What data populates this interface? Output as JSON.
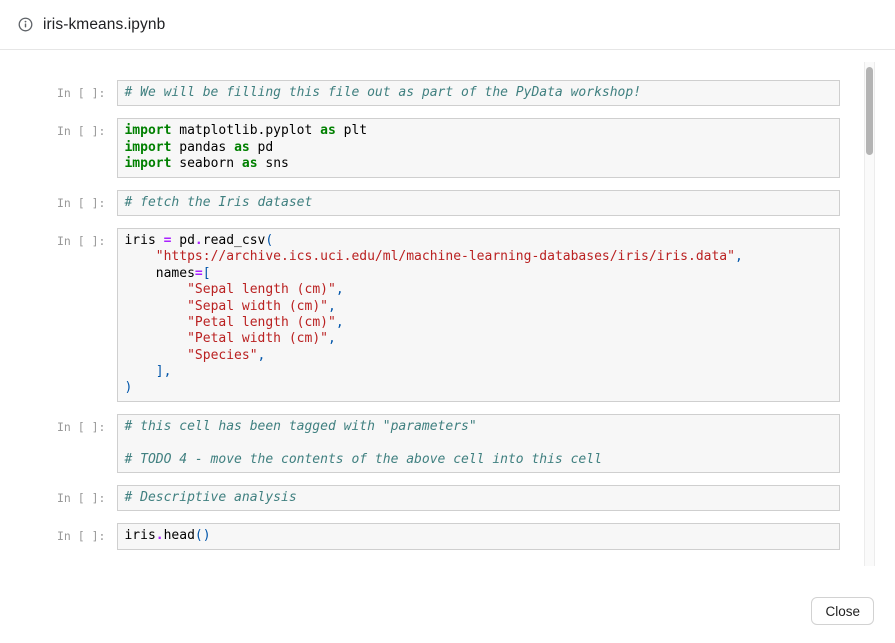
{
  "header": {
    "title": "iris-kmeans.ipynb",
    "icon": "info-icon"
  },
  "footer": {
    "close_label": "Close"
  },
  "colors": {
    "keyword": "#008000",
    "comment": "#408080",
    "string": "#BA2121",
    "operator": "#AA22FF",
    "punct": "#0055AA",
    "code": "#000000",
    "prompt": "#999999",
    "cellbg": "#F7F7F7",
    "cellborder": "#CFCFCF"
  },
  "notebook": {
    "prompt": "In [ ]:",
    "cells": [
      {
        "lines": [
          [
            {
              "c": "c",
              "t": "# We will be filling this file out as part of the PyData workshop!"
            }
          ]
        ]
      },
      {
        "lines": [
          [
            {
              "c": "k",
              "t": "import"
            },
            {
              "c": "v",
              "t": " matplotlib.pyplot "
            },
            {
              "c": "k",
              "t": "as"
            },
            {
              "c": "v",
              "t": " plt"
            }
          ],
          [
            {
              "c": "k",
              "t": "import"
            },
            {
              "c": "v",
              "t": " pandas "
            },
            {
              "c": "k",
              "t": "as"
            },
            {
              "c": "v",
              "t": " pd"
            }
          ],
          [
            {
              "c": "k",
              "t": "import"
            },
            {
              "c": "v",
              "t": " seaborn "
            },
            {
              "c": "k",
              "t": "as"
            },
            {
              "c": "v",
              "t": " sns"
            }
          ]
        ]
      },
      {
        "lines": [
          [
            {
              "c": "c",
              "t": "# fetch the Iris dataset"
            }
          ]
        ]
      },
      {
        "lines": [
          [
            {
              "c": "v",
              "t": "iris "
            },
            {
              "c": "o",
              "t": "="
            },
            {
              "c": "v",
              "t": " pd"
            },
            {
              "c": "o",
              "t": "."
            },
            {
              "c": "v",
              "t": "read_csv"
            },
            {
              "c": "p",
              "t": "("
            }
          ],
          [
            {
              "c": "v",
              "t": "    "
            },
            {
              "c": "s",
              "t": "\"https://archive.ics.uci.edu/ml/machine-learning-databases/iris/iris.data\""
            },
            {
              "c": "p",
              "t": ","
            }
          ],
          [
            {
              "c": "v",
              "t": "    names"
            },
            {
              "c": "o",
              "t": "="
            },
            {
              "c": "p",
              "t": "["
            }
          ],
          [
            {
              "c": "v",
              "t": "        "
            },
            {
              "c": "s",
              "t": "\"Sepal length (cm)\""
            },
            {
              "c": "p",
              "t": ","
            }
          ],
          [
            {
              "c": "v",
              "t": "        "
            },
            {
              "c": "s",
              "t": "\"Sepal width (cm)\""
            },
            {
              "c": "p",
              "t": ","
            }
          ],
          [
            {
              "c": "v",
              "t": "        "
            },
            {
              "c": "s",
              "t": "\"Petal length (cm)\""
            },
            {
              "c": "p",
              "t": ","
            }
          ],
          [
            {
              "c": "v",
              "t": "        "
            },
            {
              "c": "s",
              "t": "\"Petal width (cm)\""
            },
            {
              "c": "p",
              "t": ","
            }
          ],
          [
            {
              "c": "v",
              "t": "        "
            },
            {
              "c": "s",
              "t": "\"Species\""
            },
            {
              "c": "p",
              "t": ","
            }
          ],
          [
            {
              "c": "v",
              "t": "    "
            },
            {
              "c": "p",
              "t": "],"
            }
          ],
          [
            {
              "c": "p",
              "t": ")"
            }
          ]
        ]
      },
      {
        "lines": [
          [
            {
              "c": "c",
              "t": "# this cell has been tagged with \"parameters\""
            }
          ],
          [],
          [
            {
              "c": "c",
              "t": "# TODO 4 - move the contents of the above cell into this cell"
            }
          ]
        ]
      },
      {
        "lines": [
          [
            {
              "c": "c",
              "t": "# Descriptive analysis"
            }
          ]
        ]
      },
      {
        "lines": [
          [
            {
              "c": "v",
              "t": "iris"
            },
            {
              "c": "o",
              "t": "."
            },
            {
              "c": "v",
              "t": "head"
            },
            {
              "c": "p",
              "t": "()"
            }
          ]
        ]
      }
    ]
  }
}
